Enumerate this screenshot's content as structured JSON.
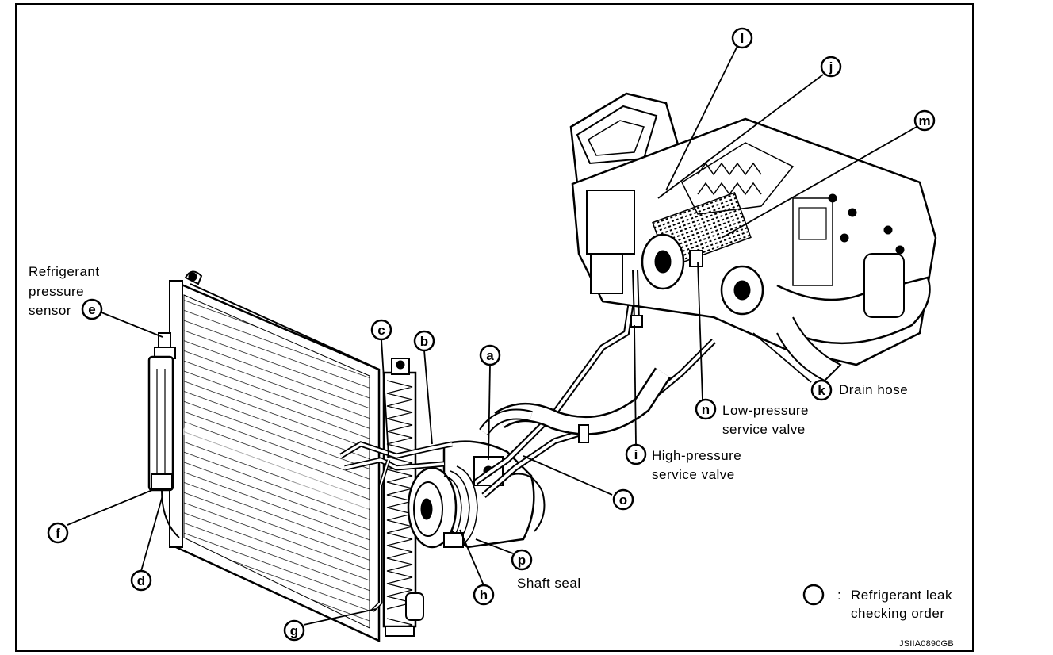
{
  "labels": {
    "sensor_line1": "Refrigerant",
    "sensor_line2": "pressure",
    "sensor_line3": "sensor",
    "drain_hose": "Drain hose",
    "low_line1": "Low-pressure",
    "low_line2": "service valve",
    "high_line1": "High-pressure",
    "high_line2": "service valve",
    "shaft_seal": "Shaft seal"
  },
  "callouts": [
    "a",
    "b",
    "c",
    "d",
    "e",
    "f",
    "g",
    "h",
    "i",
    "j",
    "k",
    "l",
    "m",
    "n",
    "o",
    "p"
  ],
  "legend": {
    "colon": ":",
    "line1": "Refrigerant leak",
    "line2": "checking order"
  },
  "figure_id": "JSIIA0890GB"
}
